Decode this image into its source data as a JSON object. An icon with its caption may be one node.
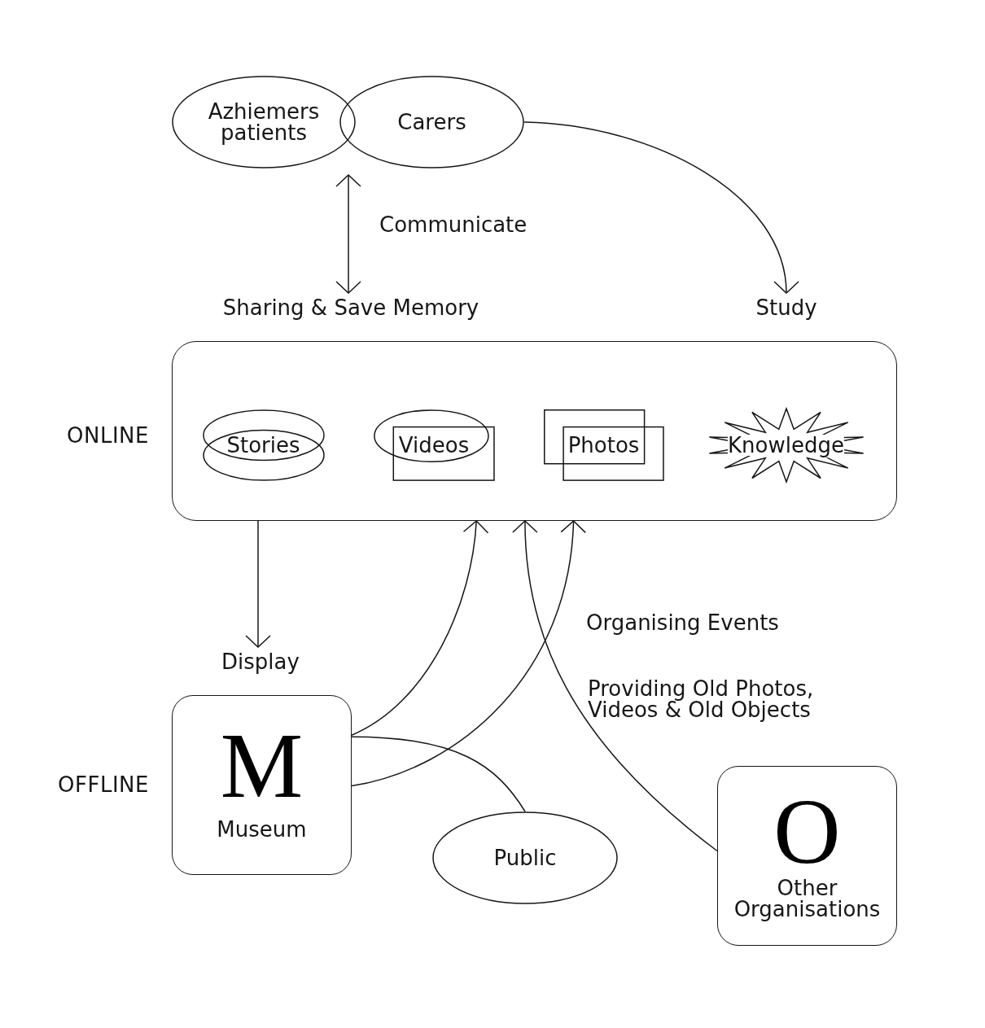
{
  "diagram": {
    "nodes": [
      {
        "text": [
          "Azhiemers patients"
        ]
      },
      {
        "text": [
          "Carers"
        ]
      },
      {
        "text": [
          "Sharing & Save Memory"
        ]
      },
      {
        "text": [
          "Study"
        ]
      },
      {
        "text": [],
        "shape": "box"
      },
      {
        "text": [
          "Stories"
        ],
        "in": 4
      },
      {
        "text": [
          "Videos"
        ],
        "in": 4
      },
      {
        "text": [
          "Photos"
        ],
        "in": 4
      },
      {
        "text": [
          "Knowledge"
        ],
        "in": 4
      },
      {
        "text": [
          "Display"
        ]
      },
      {
        "text": [
          "M",
          "Museum"
        ]
      },
      {
        "text": [
          "Public"
        ]
      },
      {
        "text": [
          "O",
          "Other Organisations"
        ]
      }
    ],
    "edges": [
      {
        "from": 0,
        "to": 2,
        "arrow": "both",
        "label": "Communicate"
      },
      {
        "from": 1,
        "to": 3,
        "arrow": "to"
      },
      {
        "from": 4,
        "to": 9,
        "arrow": "to"
      },
      {
        "from": 10,
        "to": 4,
        "arrow": "to"
      },
      {
        "from": 10,
        "to": 4,
        "arrow": "to",
        "label": "Organising Events"
      },
      {
        "from": 12,
        "to": 4,
        "arrow": "to",
        "label": "Providing Old Photos, Videos & Old Objects"
      },
      {
        "from": 10,
        "to": 11,
        "arrow": "none"
      }
    ],
    "labels": [
      "ONLINE",
      "OFFLINE"
    ]
  }
}
